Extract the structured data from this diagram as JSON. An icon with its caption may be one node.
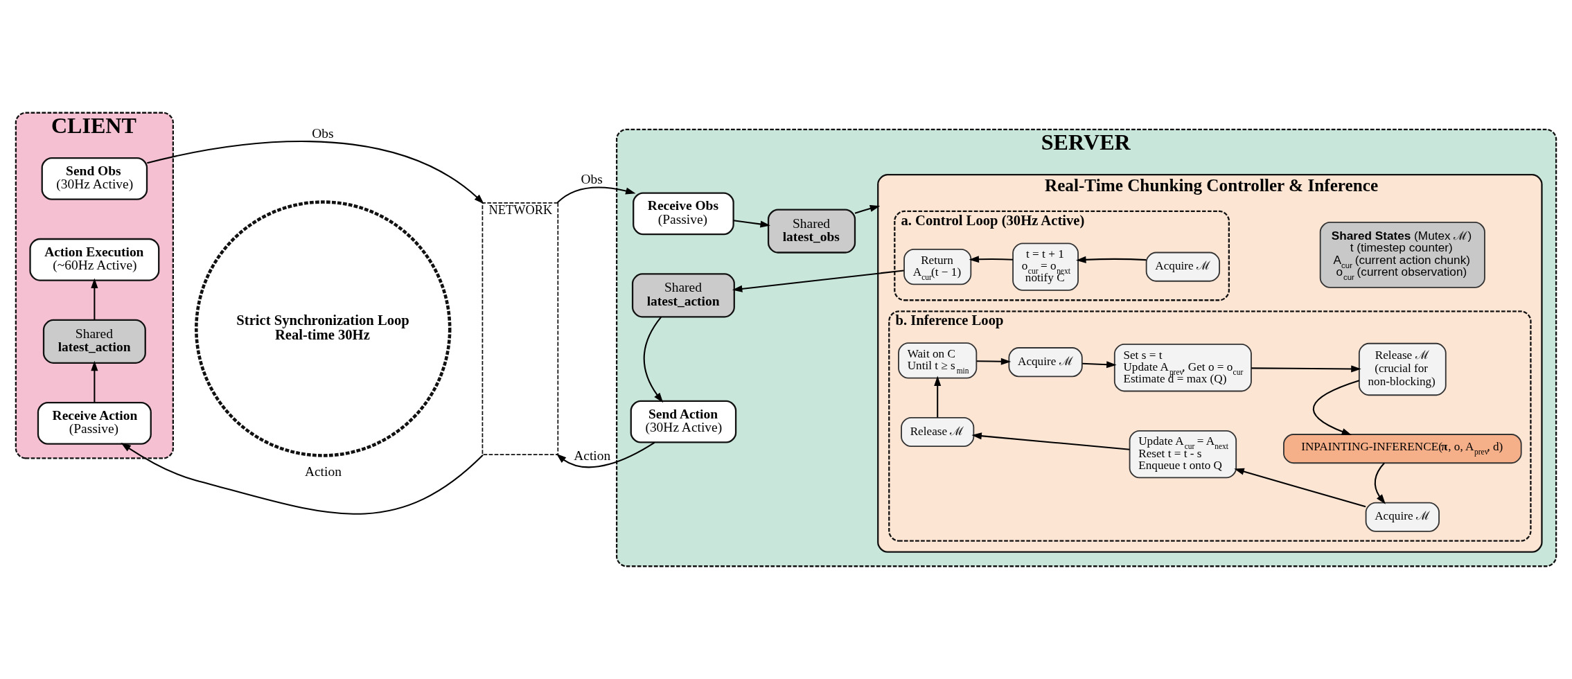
{
  "diagram": {
    "nodes": [
      {
        "text": [
          "CLIENT"
        ]
      },
      {
        "text": [
          "Send Obs",
          "(30Hz Active)"
        ],
        "in": 0
      },
      {
        "text": [
          "Action Execution",
          "(~60Hz Active)"
        ],
        "in": 0
      },
      {
        "text": [
          "Shared",
          "latest_action"
        ],
        "in": 0
      },
      {
        "text": [
          "Receive Action",
          "(Passive)"
        ],
        "in": 0
      },
      {
        "text": [
          "NETWORK"
        ]
      },
      {
        "text": [
          "Strict Synchronization Loop Real-time 30Hz"
        ]
      },
      {
        "text": [
          "SERVER"
        ]
      },
      {
        "text": [
          "Receive Obs",
          "(Passive)"
        ],
        "in": 7
      },
      {
        "text": [
          "Shared",
          "latest_obs"
        ],
        "in": 7
      },
      {
        "text": [
          "Real-Time Chunking Controller & Inference"
        ],
        "in": 7
      },
      {
        "text": [
          "a. Control Loop (30Hz Active)"
        ],
        "in": 10
      },
      {
        "text": [
          "Return",
          "A$_{cur}$(t − 1)"
        ],
        "in": 11
      },
      {
        "text": [
          "t = t + 1",
          "o$_{cur}$ = o$_{next}$",
          "notify C"
        ],
        "in": 11
      },
      {
        "text": [
          "Acquire ℳ"
        ],
        "in": 11
      },
      {
        "text": [
          "**Shared States** (Mutex ℳ)",
          "t (timestep counter)",
          "A$_{cur}$ (current action chunk)",
          "o$_{cur}$ (current observation)"
        ],
        "in": 10
      },
      {
        "text": [
          "Shared",
          "latest_action"
        ],
        "in": 7
      },
      {
        "text": [
          "Send Action",
          "(30Hz Active)"
        ],
        "in": 7
      },
      {
        "text": [
          "b. Inference Loop"
        ],
        "in": 10
      },
      {
        "text": [
          "Wait on C",
          "Until t ≥ s$_{min}$"
        ],
        "in": 18
      },
      {
        "text": [
          "Acquire ℳ"
        ],
        "in": 18
      },
      {
        "text": [
          "Set s = t",
          "Update A$_{prev}$, Get o = o$_{cur}$",
          "Estimate d = max (Q)"
        ],
        "in": 18
      },
      {
        "text": [
          "Release ℳ",
          "(crucial for non-blocking)"
        ],
        "in": 18
      },
      {
        "text": [
          "INPAINTING-INFERENCE(**π**, o, A$_{prev}$, d)"
        ],
        "in": 18
      },
      {
        "text": [
          "Acquire ℳ"
        ],
        "in": 18
      },
      {
        "text": [
          "Update A$_{cur}$ = A$_{next}$",
          "Reset t = t - s",
          "Enqueue t onto Q"
        ],
        "in": 18
      },
      {
        "text": [
          "Release ℳ"
        ],
        "in": 18
      }
    ],
    "edges": [
      {
        "from": 1,
        "to": 5,
        "arrow": "to",
        "label": "Obs"
      },
      {
        "from": 5,
        "to": 8,
        "arrow": "to",
        "label": "Obs"
      },
      {
        "from": 8,
        "to": 9,
        "arrow": "to"
      },
      {
        "from": 9,
        "to": 10,
        "arrow": "to"
      },
      {
        "from": 14,
        "to": 13,
        "arrow": "to"
      },
      {
        "from": 13,
        "to": 12,
        "arrow": "to"
      },
      {
        "from": 12,
        "to": 16,
        "arrow": "to"
      },
      {
        "from": 16,
        "to": 17,
        "arrow": "to"
      },
      {
        "from": 17,
        "to": 5,
        "arrow": "to",
        "label": "Action"
      },
      {
        "from": 5,
        "to": 4,
        "arrow": "to",
        "label": "Action"
      },
      {
        "from": 4,
        "to": 3,
        "arrow": "to"
      },
      {
        "from": 3,
        "to": 2,
        "arrow": "to"
      },
      {
        "from": 19,
        "to": 20,
        "arrow": "to"
      },
      {
        "from": 20,
        "to": 21,
        "arrow": "to"
      },
      {
        "from": 21,
        "to": 22,
        "arrow": "to"
      },
      {
        "from": 22,
        "to": 23,
        "arrow": "to"
      },
      {
        "from": 23,
        "to": 24,
        "arrow": "to"
      },
      {
        "from": 24,
        "to": 25,
        "arrow": "to"
      },
      {
        "from": 25,
        "to": 26,
        "arrow": "to"
      },
      {
        "from": 26,
        "to": 19,
        "arrow": "to"
      }
    ]
  }
}
